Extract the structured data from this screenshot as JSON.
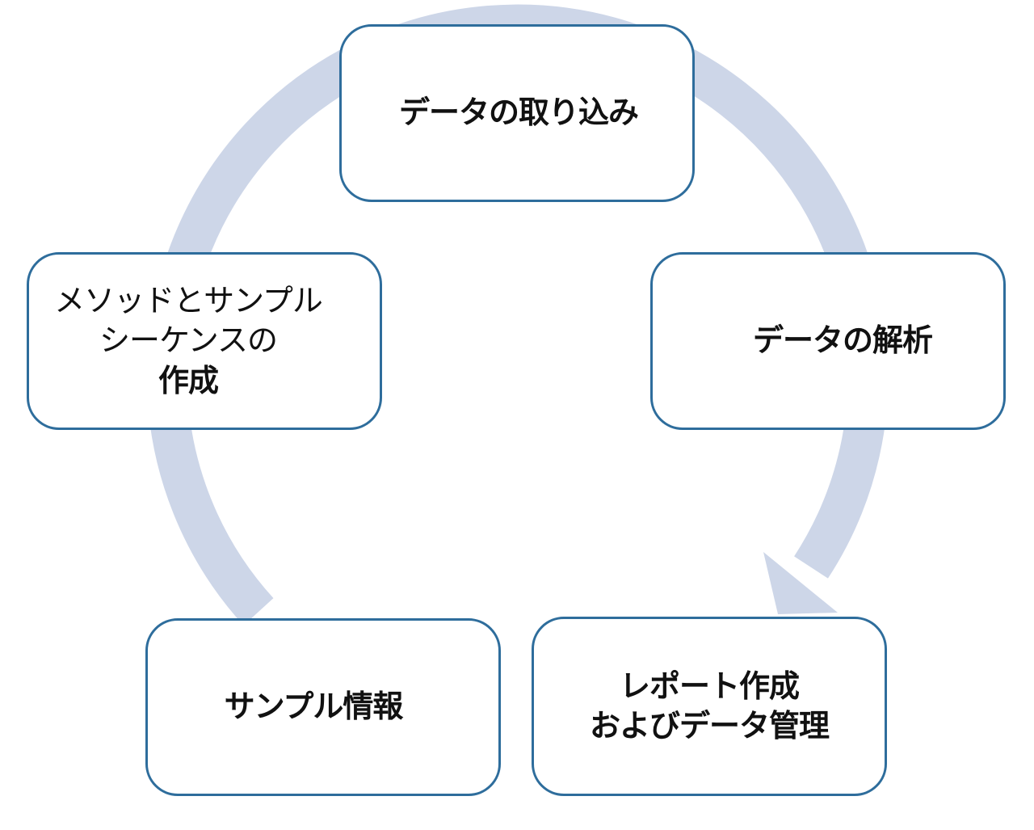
{
  "diagram": {
    "ring_color": "#cdd6e8",
    "border_color": "#2e6d9c",
    "nodes": {
      "import": {
        "lines": [
          "データの取り込み"
        ]
      },
      "analysis": {
        "lines": [
          "データの解析"
        ]
      },
      "report": {
        "lines": [
          "レポート作成",
          "およびデータ管理"
        ]
      },
      "sample": {
        "lines": [
          "サンプル情報"
        ]
      },
      "method": {
        "lines": [
          "メソッドとサンプル",
          "シーケンスの",
          "作成"
        ]
      }
    }
  }
}
